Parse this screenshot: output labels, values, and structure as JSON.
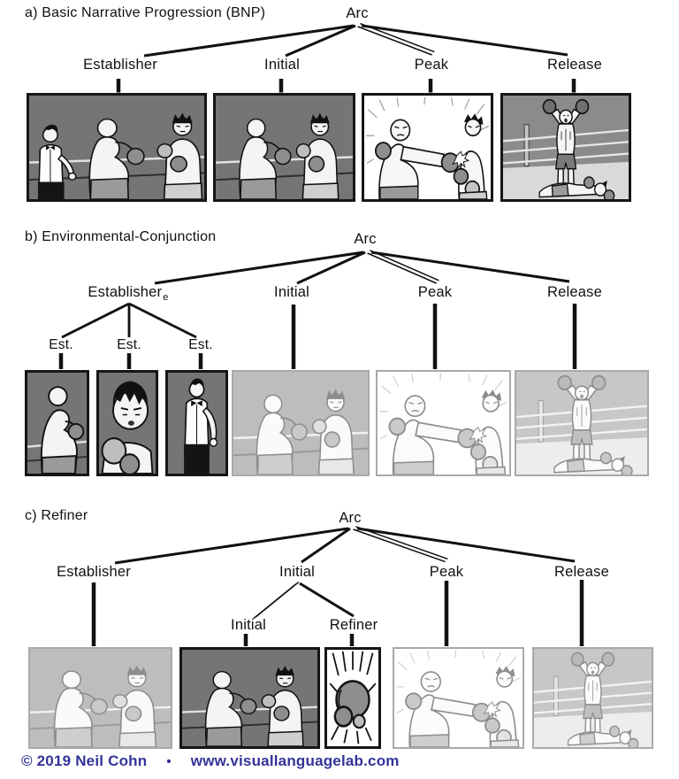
{
  "sections": {
    "a": {
      "title": "a) Basic Narrative Progression (BNP)",
      "root": "Arc",
      "children": {
        "establisher": "Establisher",
        "initial": "Initial",
        "peak": "Peak",
        "release": "Release"
      },
      "panels": [
        "referee-and-boxers-facing-off-dark",
        "boxers-face-off-dark",
        "punch-landing-white-burst",
        "victor-over-fallen-boxer"
      ]
    },
    "b": {
      "title": "b) Environmental-Conjunction",
      "root": "Arc",
      "children": {
        "establisher": "Establisher",
        "establisher_subscript": "e",
        "initial": "Initial",
        "peak": "Peak",
        "release": "Release"
      },
      "est_children": {
        "est1": "Est.",
        "est2": "Est.",
        "est3": "Est."
      },
      "panels": [
        "single-boxer-back-view-dark",
        "boxer-face-closeup-dark",
        "referee-dark",
        "boxers-face-off-faded",
        "punch-landing-faded",
        "victor-over-fallen-boxer-faded"
      ]
    },
    "c": {
      "title": "c) Refiner",
      "root": "Arc",
      "children": {
        "establisher": "Establisher",
        "initial": "Initial",
        "peak": "Peak",
        "release": "Release"
      },
      "initial_children": {
        "initial": "Initial",
        "refiner": "Refiner"
      },
      "panels": [
        "boxers-face-off-faded",
        "boxers-face-off-dark",
        "boxing-glove-closeup-burst",
        "punch-landing-faded",
        "victor-over-fallen-boxer-faded"
      ]
    }
  },
  "footer": {
    "copyright": "© 2019 Neil Cohn",
    "separator": "•",
    "url": "www.visuallanguagelab.com"
  },
  "colors": {
    "footer_text": "#333399",
    "tree_line": "#111111",
    "panel_dark_background": "#757575",
    "faded_overlay": "rgba(255,255,255,0.52)"
  }
}
